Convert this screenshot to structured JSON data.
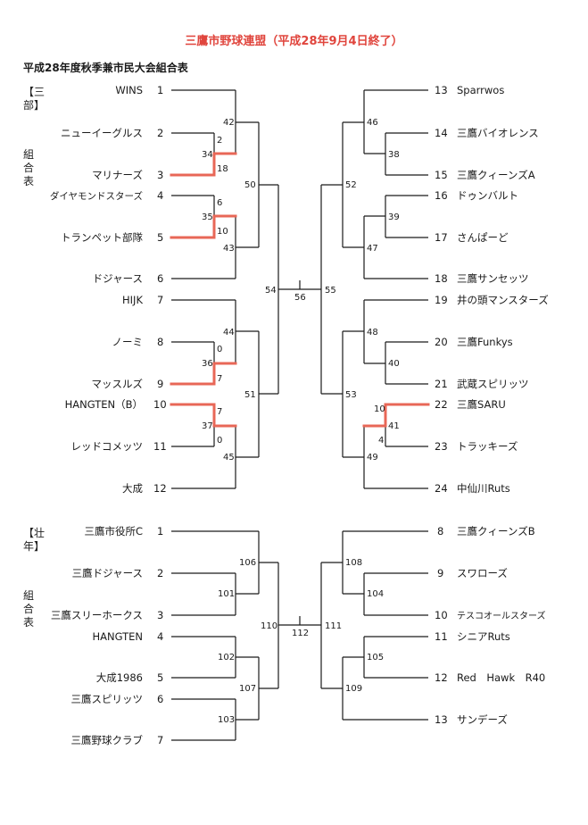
{
  "header": {
    "title": "三鷹市野球連盟（平成28年9月4日終了）",
    "subtitle": "平成28年度秋季兼市民大会組合表"
  },
  "divisions": [
    {
      "label_top": "【三部】",
      "label_bottom": "組合表"
    },
    {
      "label_top": "【壮年】",
      "label_bottom": "組合表"
    }
  ],
  "sanbu": {
    "teams": [
      {
        "no": "1",
        "name": "WINS"
      },
      {
        "no": "2",
        "name": "ニューイーグルス"
      },
      {
        "no": "3",
        "name": "マリナーズ"
      },
      {
        "no": "4",
        "name": "ダイヤモンドスターズ"
      },
      {
        "no": "5",
        "name": "トランペット部隊"
      },
      {
        "no": "6",
        "name": "ドジャース"
      },
      {
        "no": "7",
        "name": "HIJK"
      },
      {
        "no": "8",
        "name": "ノーミ"
      },
      {
        "no": "9",
        "name": "マッスルズ"
      },
      {
        "no": "10",
        "name": "HANGTEN（B）"
      },
      {
        "no": "11",
        "name": "レッドコメッツ"
      },
      {
        "no": "12",
        "name": "大成"
      },
      {
        "no": "13",
        "name": "Sparrwos"
      },
      {
        "no": "14",
        "name": "三鷹バイオレンス"
      },
      {
        "no": "15",
        "name": "三鷹クィーンズA"
      },
      {
        "no": "16",
        "name": "ドゥンバルト"
      },
      {
        "no": "17",
        "name": "さんぱーど"
      },
      {
        "no": "18",
        "name": "三鷹サンセッツ"
      },
      {
        "no": "19",
        "name": "井の頭マンスターズ"
      },
      {
        "no": "20",
        "name": "三鷹Funkys"
      },
      {
        "no": "21",
        "name": "武蔵スピリッツ"
      },
      {
        "no": "22",
        "name": "三鷹SARU"
      },
      {
        "no": "23",
        "name": "トラッキーズ"
      },
      {
        "no": "24",
        "name": "中仙川Ruts"
      }
    ],
    "games": [
      "42",
      "34",
      "35",
      "43",
      "44",
      "36",
      "37",
      "45",
      "50",
      "51",
      "54",
      "56",
      "55",
      "52",
      "53",
      "46",
      "38",
      "39",
      "47",
      "48",
      "40",
      "41",
      "49"
    ],
    "scores": {
      "g34_top": "2",
      "g34_bottom": "18",
      "g35_top": "6",
      "g35_bottom": "10",
      "g36_top": "0",
      "g36_bottom": "7",
      "g37_top": "7",
      "g37_bottom": "0",
      "g41_top": "10",
      "g41_bottom": "4"
    }
  },
  "sounen": {
    "teams": [
      {
        "no": "1",
        "name": "三鷹市役所C"
      },
      {
        "no": "2",
        "name": "三鷹ドジャース"
      },
      {
        "no": "3",
        "name": "三鷹スリーホークス"
      },
      {
        "no": "4",
        "name": "HANGTEN"
      },
      {
        "no": "5",
        "name": "大成1986"
      },
      {
        "no": "6",
        "name": "三鷹スピリッツ"
      },
      {
        "no": "7",
        "name": "三鷹野球クラブ"
      },
      {
        "no": "8",
        "name": "三鷹クィーンズB"
      },
      {
        "no": "9",
        "name": "スワローズ"
      },
      {
        "no": "10",
        "name": "テスコオールスターズ"
      },
      {
        "no": "11",
        "name": "シニアRuts"
      },
      {
        "no": "12",
        "name": "Red　Hawk　R40"
      },
      {
        "no": "13",
        "name": "サンデーズ"
      }
    ],
    "games": [
      "106",
      "101",
      "102",
      "107",
      "103",
      "110",
      "112",
      "111",
      "108",
      "104",
      "105",
      "109"
    ]
  },
  "colors": {
    "highlight": "#e86757",
    "title": "#e0453d",
    "line": "#1a1a1a"
  }
}
